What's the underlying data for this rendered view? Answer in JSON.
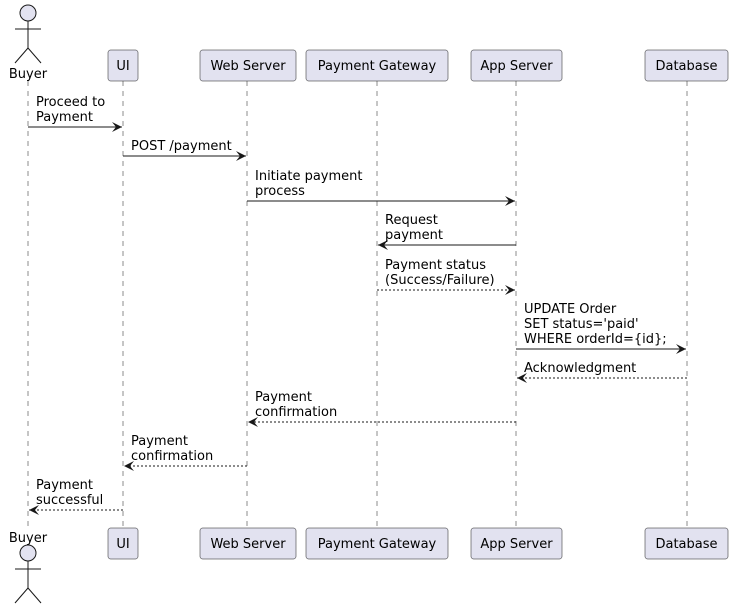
{
  "colors": {
    "participant_fill": "#e2e2f0",
    "participant_stroke": "#181818",
    "lifeline": "#181818",
    "arrow": "#181818",
    "background": "#ffffff"
  },
  "participants": [
    {
      "id": "buyer",
      "label": "Buyer",
      "kind": "actor"
    },
    {
      "id": "ui",
      "label": "UI",
      "kind": "participant"
    },
    {
      "id": "web",
      "label": "Web Server",
      "kind": "participant"
    },
    {
      "id": "gateway",
      "label": "Payment Gateway",
      "kind": "participant"
    },
    {
      "id": "app",
      "label": "App Server",
      "kind": "participant"
    },
    {
      "id": "db",
      "label": "Database",
      "kind": "participant"
    }
  ],
  "messages": [
    {
      "from": "buyer",
      "to": "ui",
      "style": "solid",
      "lines": [
        "Proceed to",
        " Payment"
      ]
    },
    {
      "from": "ui",
      "to": "web",
      "style": "solid",
      "lines": [
        "POST /payment"
      ]
    },
    {
      "from": "web",
      "to": "app",
      "style": "solid",
      "lines": [
        "Initiate payment",
        " process"
      ]
    },
    {
      "from": "app",
      "to": "gateway",
      "style": "solid",
      "lines": [
        "Request",
        " payment"
      ]
    },
    {
      "from": "gateway",
      "to": "app",
      "style": "dashed",
      "lines": [
        "Payment status",
        " (Success/Failure)"
      ]
    },
    {
      "from": "app",
      "to": "db",
      "style": "solid",
      "lines": [
        "UPDATE Order",
        " SET status='paid'",
        " WHERE orderId={id};"
      ]
    },
    {
      "from": "db",
      "to": "app",
      "style": "dashed",
      "lines": [
        "Acknowledgment"
      ]
    },
    {
      "from": "app",
      "to": "web",
      "style": "dashed",
      "lines": [
        "Payment",
        " confirmation"
      ]
    },
    {
      "from": "web",
      "to": "ui",
      "style": "dashed",
      "lines": [
        "Payment",
        " confirmation"
      ]
    },
    {
      "from": "ui",
      "to": "buyer",
      "style": "dashed",
      "lines": [
        "Payment",
        " successful"
      ]
    }
  ]
}
